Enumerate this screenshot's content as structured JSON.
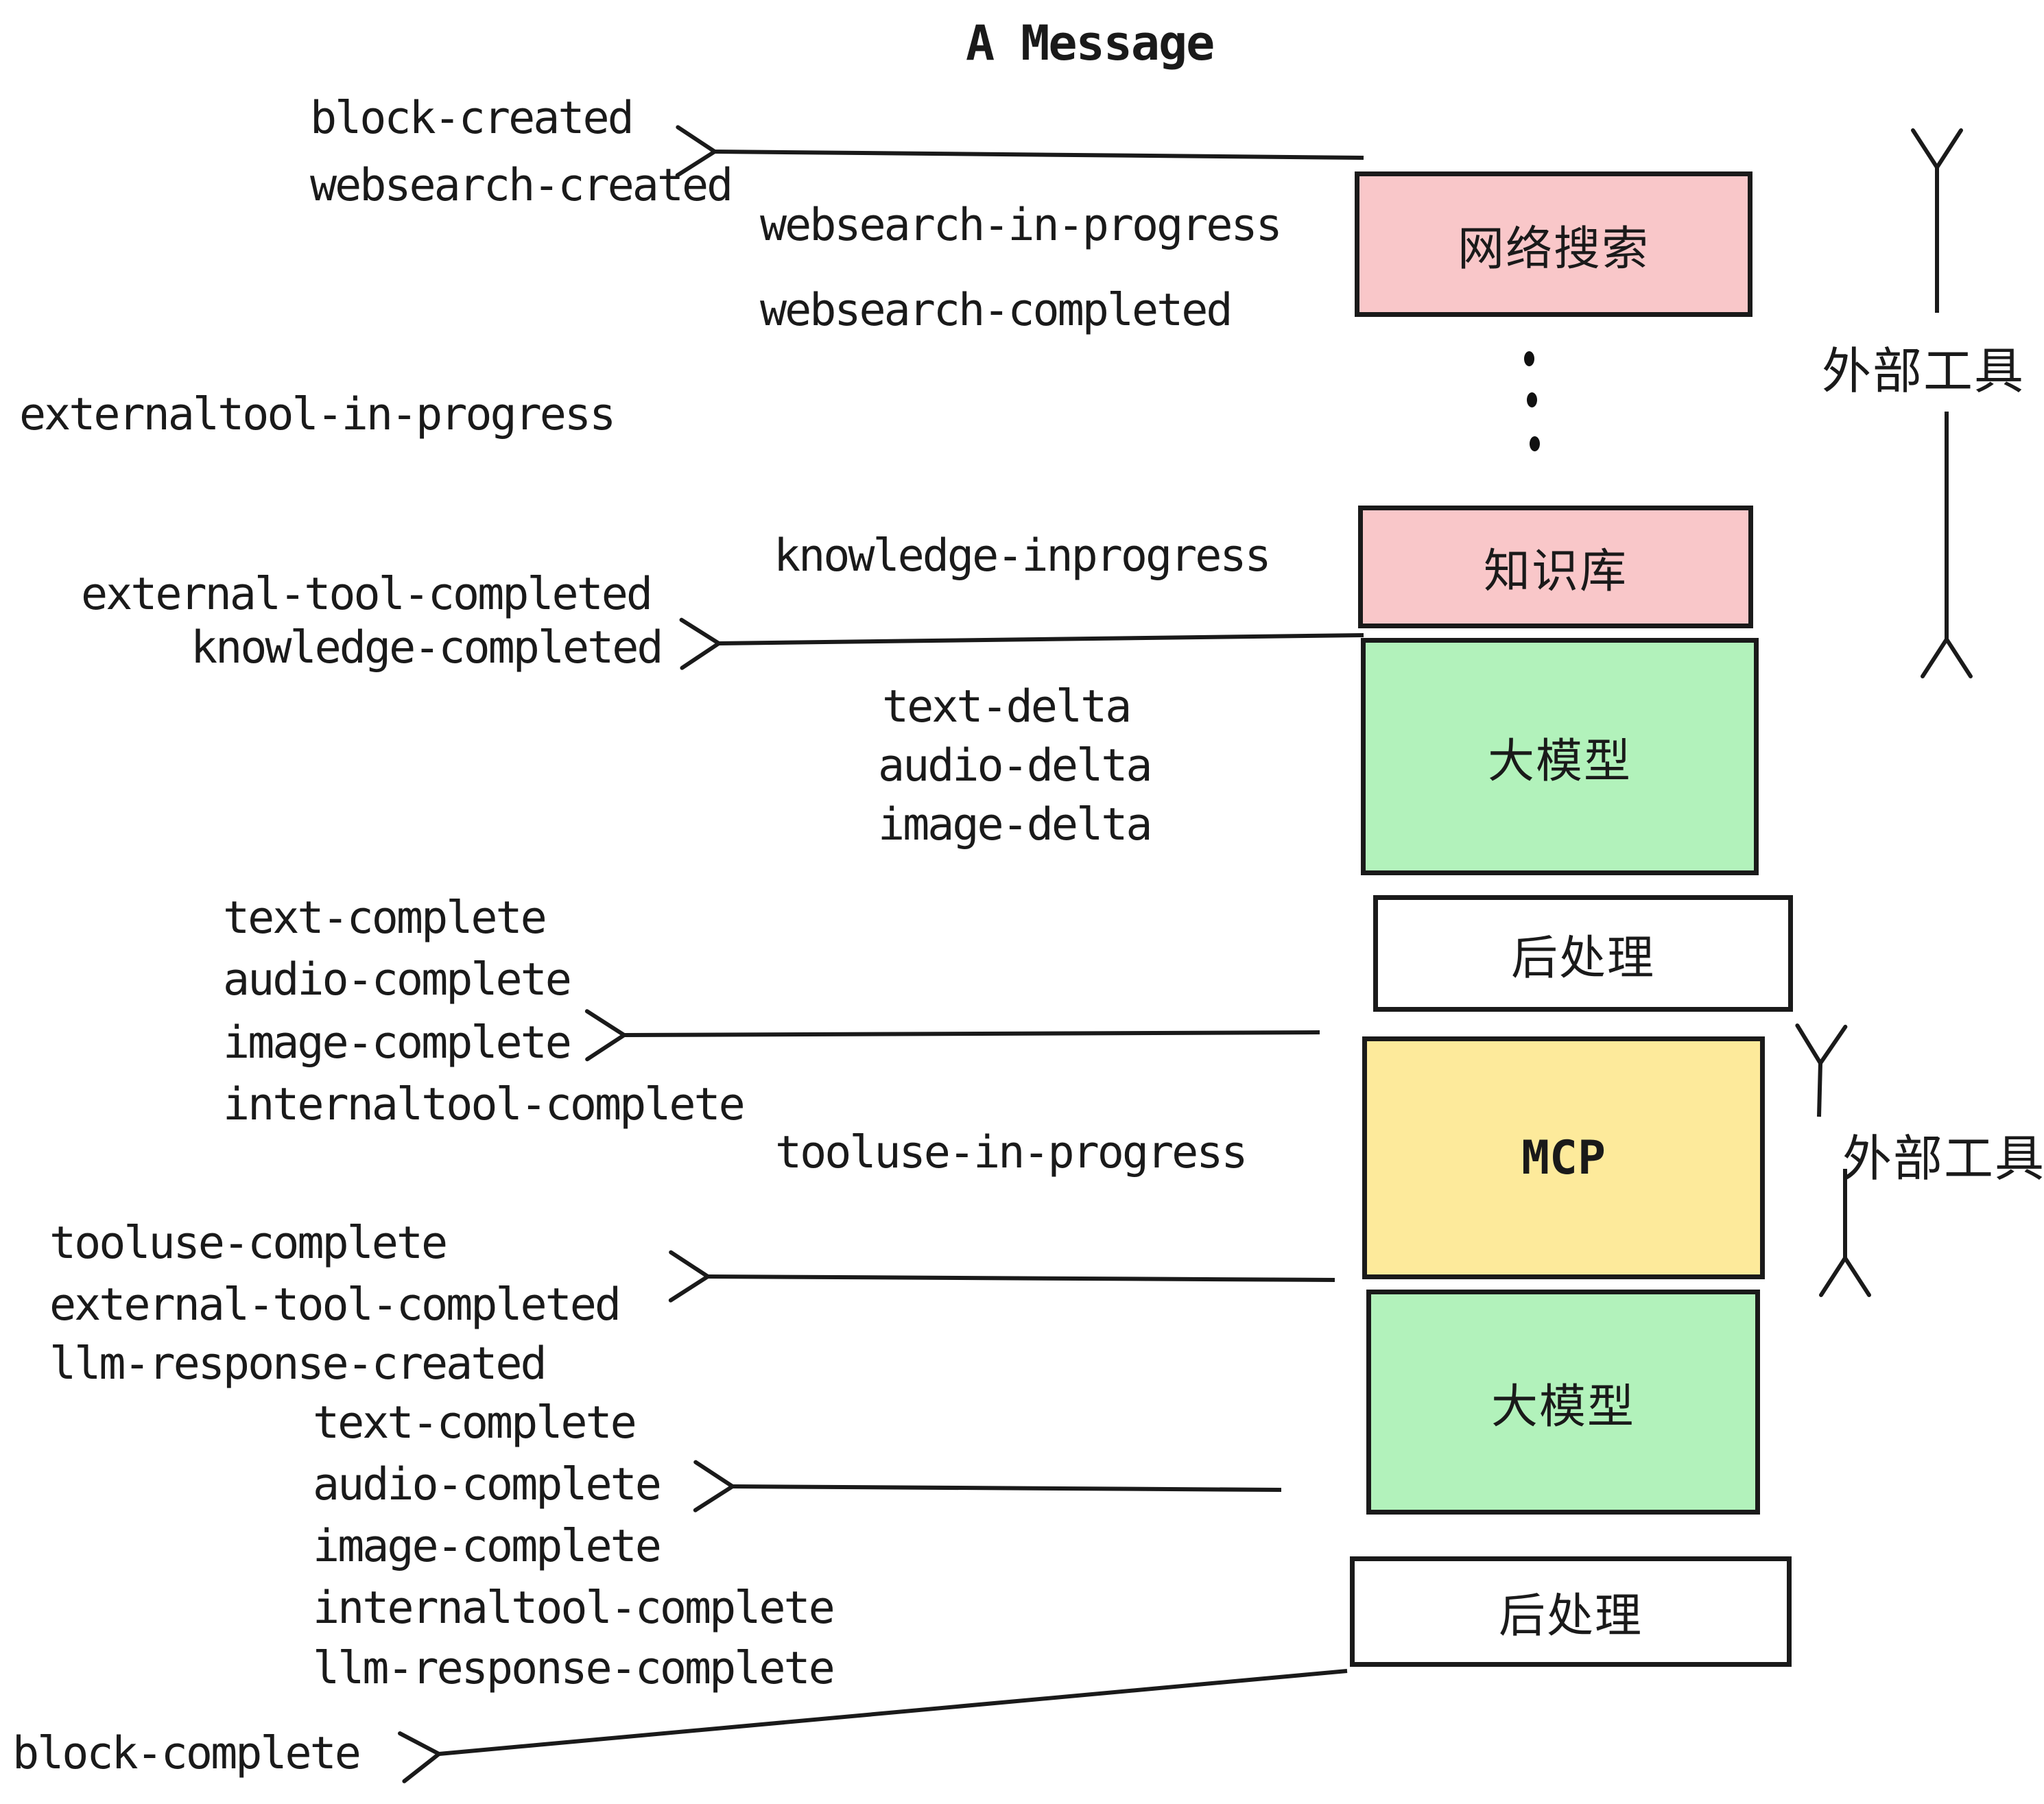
{
  "title": {
    "text": "A Message"
  },
  "events": {
    "block_created": "block-created",
    "websearch_created": "websearch-created",
    "websearch_in_progress": "websearch-in-progress",
    "websearch_completed": "websearch-completed",
    "externaltool_in_progress": "externaltool-in-progress",
    "knowledge_inprogress": "knowledge-inprogress",
    "external_tool_completed_1": "external-tool-completed",
    "knowledge_completed": "knowledge-completed",
    "text_delta_1": "text-delta",
    "audio_delta_1": "audio-delta",
    "image_delta_1": "image-delta",
    "text_complete_1": "text-complete",
    "audio_complete_1": "audio-complete",
    "image_complete_1": "image-complete",
    "internaltool_complete_1": "internaltool-complete",
    "tooluse_in_progress": "tooluse-in-progress",
    "tooluse_complete": "tooluse-complete",
    "external_tool_completed_2": "external-tool-completed",
    "llm_response_created": "llm-response-created",
    "text_complete_2": "text-complete",
    "audio_complete_2": "audio-complete",
    "image_complete_2": "image-complete",
    "internaltool_complete_2": "internaltool-complete",
    "llm_response_complete": "llm-response-complete",
    "block_complete": "block-complete"
  },
  "boxes": {
    "websearch": {
      "label": "网络搜索",
      "fill": "#f9c7c9"
    },
    "knowledge": {
      "label": "知识库",
      "fill": "#f9c7c9"
    },
    "llm_1": {
      "label": "大模型",
      "fill": "#b2f2bb"
    },
    "post_1": {
      "label": "后处理",
      "fill": "#ffffff"
    },
    "mcp": {
      "label": "MCP",
      "fill": "#fdea9b"
    },
    "llm_2": {
      "label": "大模型",
      "fill": "#b2f2bb"
    },
    "post_2": {
      "label": "后处理",
      "fill": "#ffffff"
    }
  },
  "annotations": {
    "external_tools_top": "外部工具",
    "external_tools_mcp": "外部工具"
  },
  "colors": {
    "ink": "#1a1a1a",
    "pink": "#f9c7c9",
    "green": "#b2f2bb",
    "yellow": "#fdea9b",
    "white": "#ffffff"
  }
}
